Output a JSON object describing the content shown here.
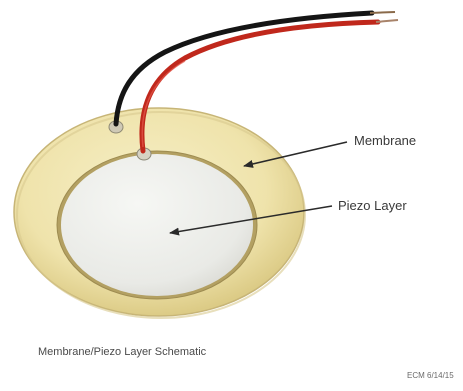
{
  "labels": {
    "membrane": "Membrane",
    "piezo_layer": "Piezo Layer"
  },
  "caption": "Membrane/Piezo Layer Schematic",
  "credit": "ECM 6/14/15",
  "colors": {
    "membrane_fill": "#f0e6b2",
    "membrane_rim": "#b8a464",
    "piezo_fill": "#ecedeb",
    "wire_red": "#c0281c",
    "wire_black": "#151515",
    "arrow": "#2a2a2a"
  }
}
